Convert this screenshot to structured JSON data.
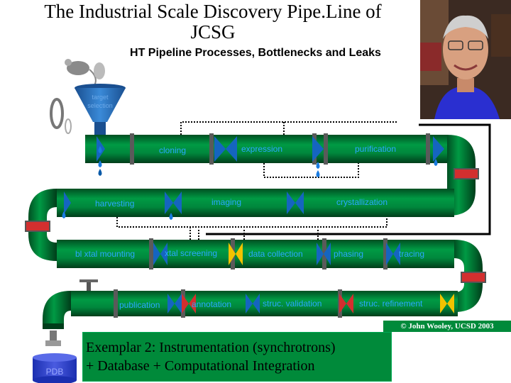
{
  "slide": {
    "title_line1": "The Industrial Scale Discovery Pipe.Line of",
    "title_line2": "JCSG",
    "subtitle": "HT Pipeline Processes, Bottlenecks and Leaks",
    "copyright": "© John Wooley, UCSD 2003",
    "caption_line1": "Exemplar 2: Instrumentation (synchrotrons)",
    "caption_line2": "+ Database + Computational Integration"
  },
  "funnel": {
    "label_line1": "target",
    "label_line2": "selection"
  },
  "database": {
    "label": "PDB"
  },
  "pipeline": {
    "row1": [
      "cloning",
      "expression",
      "purification"
    ],
    "row2": [
      "harvesting",
      "imaging",
      "crystallization"
    ],
    "row3": [
      "bl xtal mounting",
      "xtal screening",
      "data collection",
      "phasing",
      "tracing"
    ],
    "row4": [
      "publication",
      "annotation",
      "struc. validation",
      "struc. refinement"
    ]
  },
  "colors": {
    "pipe": "#00873c",
    "pipe_dark": "#004f22",
    "funnel": "#2a79c9",
    "valve_blue": "#1565c0",
    "valve_red": "#d32f2f",
    "valve_yellow": "#f2c200",
    "leak": "#1a7be0",
    "caption_bg": "#008a3a"
  }
}
